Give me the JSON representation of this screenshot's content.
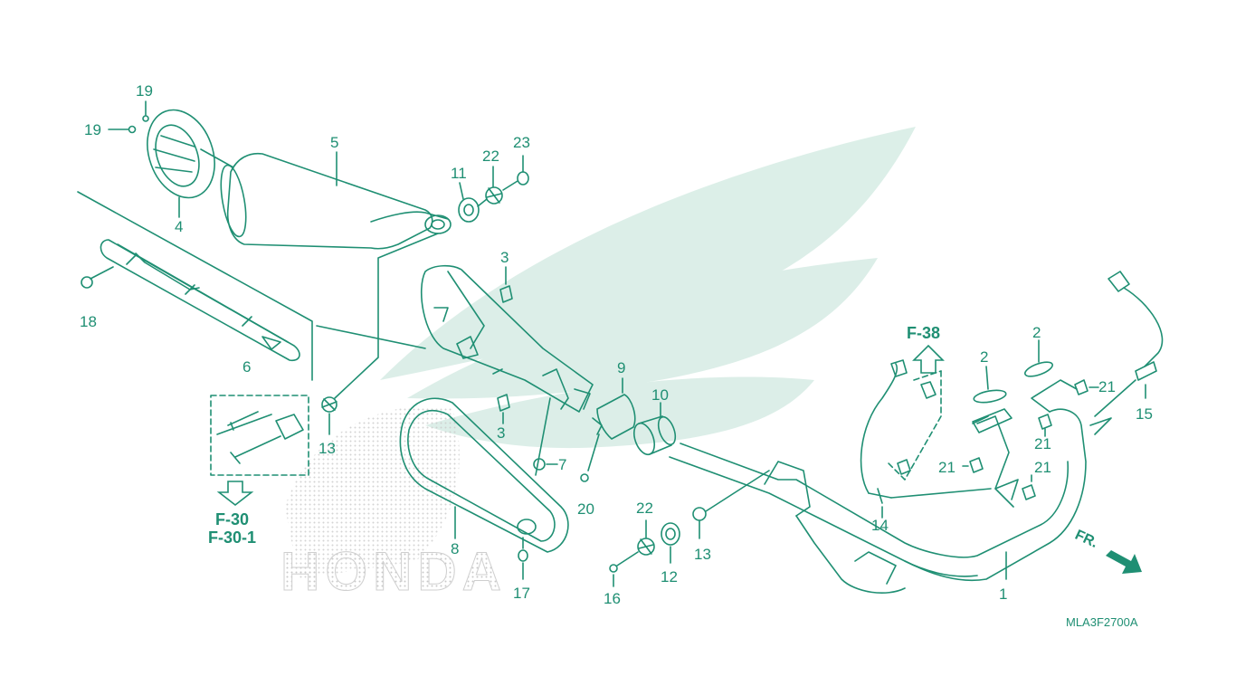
{
  "colors": {
    "line": "#1f8f73",
    "watermark": "#d6ece4",
    "watermark_dots": "#c9c9c9",
    "background": "#ffffff"
  },
  "watermark": {
    "brand_text": "HONDA",
    "logo": "honda-wing-logo"
  },
  "refs": {
    "f38": "F-38",
    "f30": "F-30",
    "f30_1": "F-30-1",
    "front": "FR.",
    "diagram_code": "MLA3F2700A"
  },
  "labels": {
    "l1": "1",
    "l2a": "2",
    "l2b": "2",
    "l3a": "3",
    "l3b": "3",
    "l4": "4",
    "l5": "5",
    "l6": "6",
    "l7": "7",
    "l8": "8",
    "l9": "9",
    "l10": "10",
    "l11": "11",
    "l12": "12",
    "l13a": "13",
    "l13b": "13",
    "l14": "14",
    "l15": "15",
    "l16": "16",
    "l17": "17",
    "l18": "18",
    "l19a": "19",
    "l19b": "19",
    "l20": "20",
    "l21a": "21",
    "l21b": "21",
    "l21c": "21",
    "l21d": "21",
    "l22a": "22",
    "l22b": "22",
    "l23": "23"
  },
  "icons": {
    "up_arrow": "arrow-up-icon",
    "down_arrow": "arrow-down-icon",
    "front_arrow": "arrow-front-icon"
  }
}
